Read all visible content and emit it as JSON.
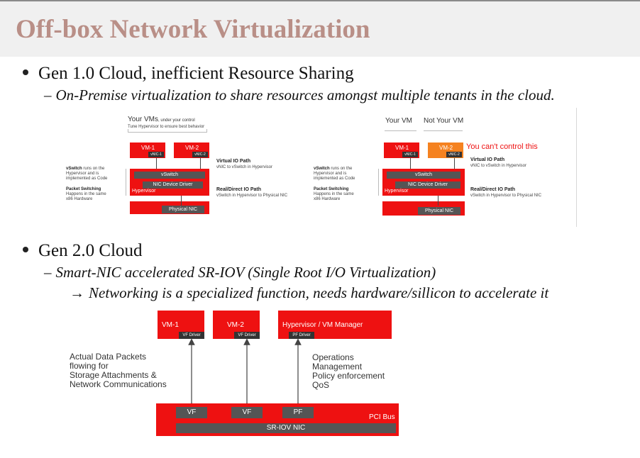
{
  "slide": {
    "title": "Off-box Network Virtualization",
    "gen1": {
      "bullet": "Gen 1.0 Cloud, inefficient Resource Sharing",
      "sub": "On-Premise virtualization to share resources amongst multiple tenants in the cloud."
    },
    "gen2": {
      "bullet": "Gen 2.0 Cloud",
      "sub": "Smart-NIC accelerated SR-IOV (Single Root I/O Virtualization)",
      "sub2": "Networking is a specialized function, needs hardware/sillicon to accelerate it"
    },
    "symbols": {
      "dash": "–",
      "arrow": "→"
    }
  },
  "diagram_left": {
    "your_vms": "Your VMs",
    "your_vms_note": ", under your control",
    "tune_note": "Tune Hypervisor to ensure best behavior",
    "vm1": "VM-1",
    "vm2": "VM-2",
    "vnic1": "vNIC-1",
    "vnic2": "vNIC-2",
    "vswitch": "vSwitch",
    "nic_driver": "NIC Device Driver",
    "hypervisor": "Hypervisor",
    "physical_nic": "Physical NIC",
    "vswitch_note_bold": "vSwitch",
    "vswitch_note": " runs on the",
    "vswitch_note2": "Hypervisor and is",
    "vswitch_note3": "implemented as Code",
    "packet_bold": "Packet Switching",
    "packet_note": "Happens in the same",
    "packet_note2": "x86 Hardware",
    "vio_bold": "Virtual IO Path",
    "vio_note": "vNIC to vSwitch in Hypervisor",
    "rio_bold": "Real/Direct IO Path",
    "rio_note": "vSwitch in Hypervisor to Physical NIC"
  },
  "diagram_right": {
    "your_vm": "Your VM",
    "not_your_vm": "Not Your VM",
    "cant_control": "You can't control this",
    "vm1": "VM-1",
    "vm2": "VM-2",
    "vnic1": "vNIC-1",
    "vnic2": "vNIC-2",
    "vswitch": "vSwitch",
    "nic_driver": "NIC Device Driver",
    "hypervisor": "Hypervisor",
    "physical_nic": "Physical NIC",
    "vswitch_note_bold": "vSwitch",
    "vswitch_note": " runs on the",
    "vswitch_note2": "Hypervisor and is",
    "vswitch_note3": "implemented as Code",
    "packet_bold": "Packet Switching",
    "packet_note": "Happens in the same",
    "packet_note2": "x86 Hardware",
    "vio_bold": "Virtual IO Path",
    "vio_note": "vNIC to vSwitch in Hypervisor",
    "rio_bold": "Real/Direct IO Path",
    "rio_note": "vSwitch in Hypervisor to Physical NIC",
    "colors": {
      "red": "#ee1111",
      "orange": "#f58220",
      "gray": "#555555"
    }
  },
  "diagram_bottom": {
    "vm1": "VM-1",
    "vm2": "VM-2",
    "hv": "Hypervisor / VM Manager",
    "vf_driver": "VF Driver",
    "pf_driver": "PF Driver",
    "data_packets": [
      "Actual Data Packets",
      "flowing for",
      "Storage Attachments &",
      "Network Communications"
    ],
    "ops": [
      "Operations",
      "Management",
      "Policy enforcement",
      "QoS"
    ],
    "vf": "VF",
    "pf": "PF",
    "pci_bus": "PCI Bus",
    "sriov_nic": "SR-IOV NIC"
  }
}
